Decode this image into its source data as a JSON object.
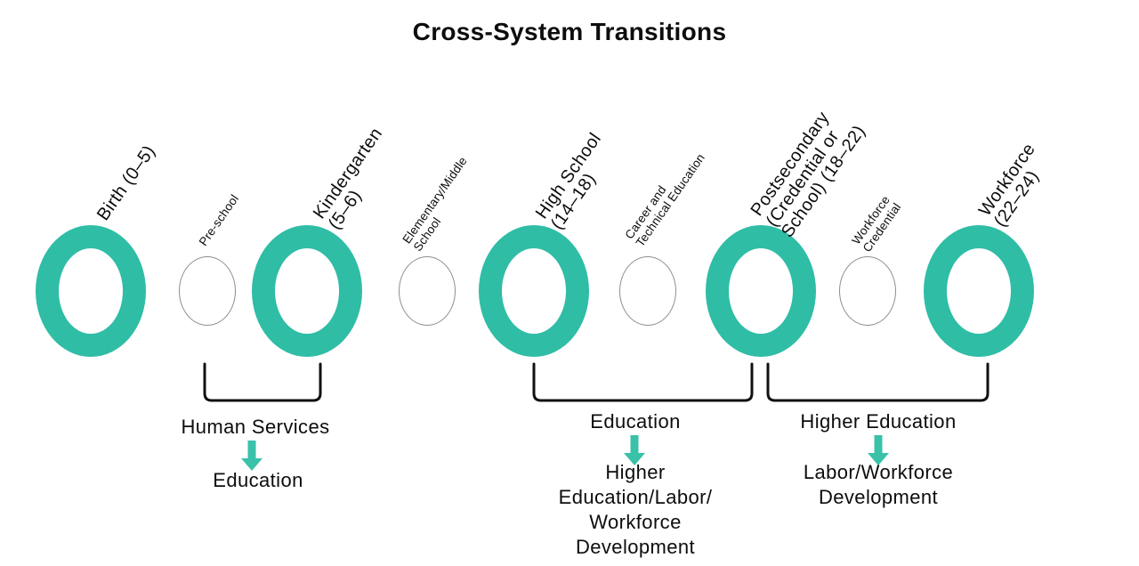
{
  "title": "Cross-System Transitions",
  "colors": {
    "accent_teal": "#2fbda6",
    "text": "#0d0d0d",
    "interim_circle_outline": "#8f8f8f"
  },
  "timeline": {
    "stages": [
      {
        "id": "birth",
        "type": "major",
        "label": "Birth (0–5)"
      },
      {
        "id": "preschool",
        "type": "minor",
        "label": "Pre-school"
      },
      {
        "id": "kindergarten",
        "type": "major",
        "label": "Kindergarten\n(5–6)"
      },
      {
        "id": "elementary-middle",
        "type": "minor",
        "label": "Elementary/Middle\nSchool"
      },
      {
        "id": "high-school",
        "type": "major",
        "label": "High School\n(14–18)"
      },
      {
        "id": "career-technical-ed",
        "type": "minor",
        "label": "Career and\nTechnical Education"
      },
      {
        "id": "postsecondary",
        "type": "major",
        "label": "Postsecondary\n(Credential or\nSchool) (18–22)"
      },
      {
        "id": "workforce-credential",
        "type": "minor",
        "label": "Workforce\nCredential"
      },
      {
        "id": "workforce",
        "type": "major",
        "label": "Workforce\n(22–24)"
      }
    ]
  },
  "transitions": [
    {
      "from_system": "Human Services",
      "to_system": "Education"
    },
    {
      "from_system": "Education",
      "to_system": "Higher\nEducation/Labor/\nWorkforce\nDevelopment"
    },
    {
      "from_system": "Higher Education",
      "to_system": "Labor/Workforce\nDevelopment"
    }
  ]
}
